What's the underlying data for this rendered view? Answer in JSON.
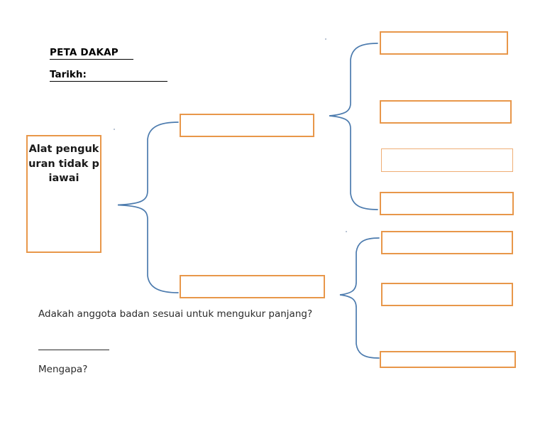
{
  "document": {
    "title": "PETA DAKAP",
    "date_label": "Tarikh:",
    "date_value": ""
  },
  "colors": {
    "box_border": "#E8974A",
    "box_border_light": "#EFAE74",
    "brace": "#4C7BAE",
    "text": "#1a1a1a",
    "rule": "#000000",
    "background": "#FFFFFF"
  },
  "map": {
    "root": {
      "text": "Alat pengukuran tidak piawai",
      "value": ""
    },
    "branches": [
      {
        "name": "branch-top",
        "label": "",
        "value": "",
        "leaves": [
          {
            "label": "",
            "value": ""
          },
          {
            "label": "",
            "value": ""
          },
          {
            "label": "",
            "value": ""
          },
          {
            "label": "",
            "value": ""
          }
        ]
      },
      {
        "name": "branch-bottom",
        "label": "",
        "value": "",
        "leaves": [
          {
            "label": "",
            "value": ""
          },
          {
            "label": "",
            "value": ""
          },
          {
            "label": "",
            "value": ""
          }
        ]
      }
    ]
  },
  "question": {
    "prompt": "Adakah anggota badan sesuai untuk mengukur panjang?",
    "answer": "",
    "followup": "Mengapa?"
  }
}
